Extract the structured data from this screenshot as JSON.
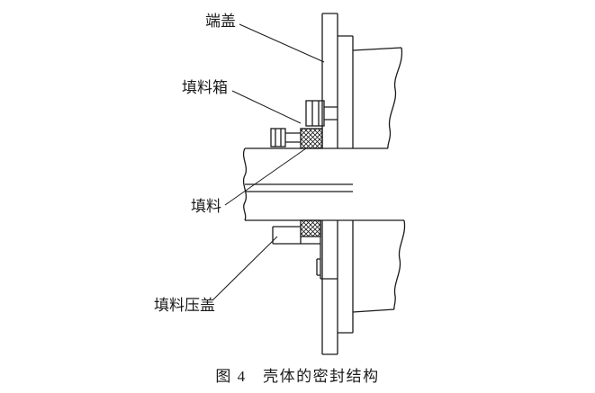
{
  "figure": {
    "labels": {
      "end_cover": "端盖",
      "stuffing_box": "填料箱",
      "packing": "填料",
      "packing_gland": "填料压盖"
    },
    "caption": "图 4　壳体的密封结构",
    "colors": {
      "line_color": "#1a1a1a",
      "background": "#ffffff"
    }
  }
}
